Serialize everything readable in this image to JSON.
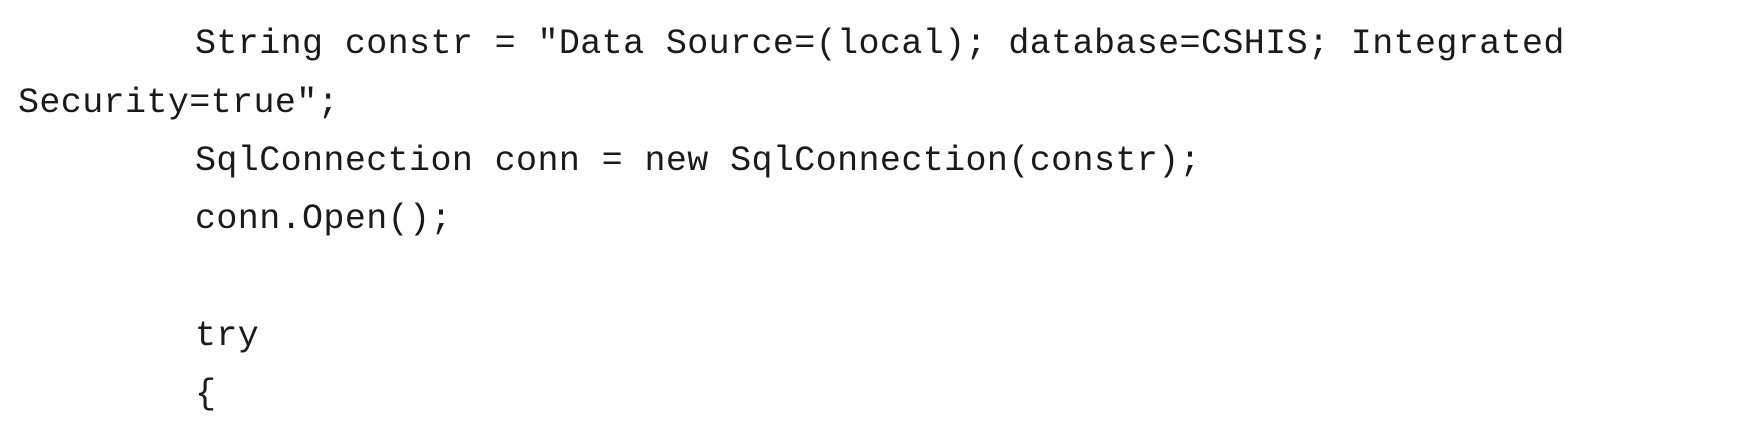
{
  "code": {
    "lines": [
      "String constr = \"Data Source=(local); database=CSHIS; Integrated",
      "Security=true\";",
      "SqlConnection conn = new SqlConnection(constr);",
      "conn.Open();",
      "try",
      "{"
    ]
  }
}
